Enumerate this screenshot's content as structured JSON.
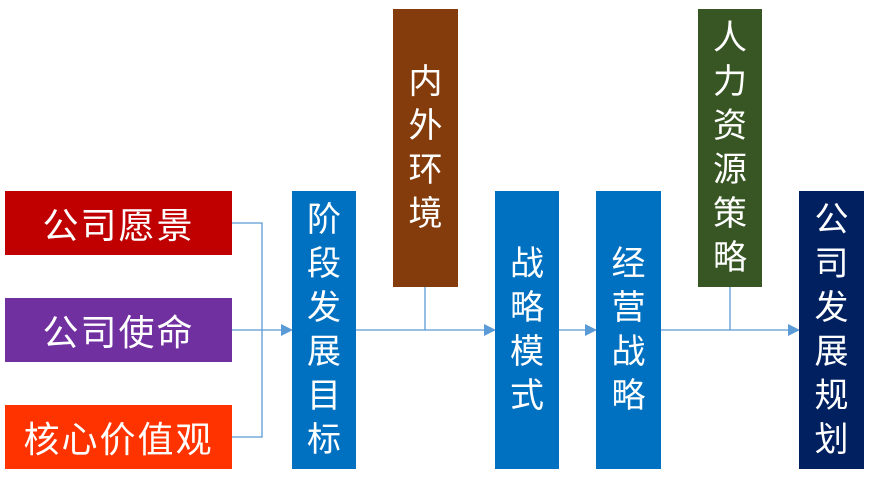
{
  "diagram": {
    "type": "flowchart",
    "connector_color": "#5b9bd5",
    "nodes": {
      "vision": {
        "label": "公司愿景",
        "color": "#c00000"
      },
      "mission": {
        "label": "公司使命",
        "color": "#7030a0"
      },
      "values": {
        "label": "核心价值观",
        "color": "#ff3300"
      },
      "stage_goals": {
        "label": "阶段发展目标",
        "color": "#0070c0"
      },
      "environment": {
        "label": "内外环境",
        "color": "#843c0c"
      },
      "strategy_mode": {
        "label": "战略模式",
        "color": "#0070c0"
      },
      "business_strategy": {
        "label": "经营战略",
        "color": "#0070c0"
      },
      "hr_strategy": {
        "label": "人力资源策略",
        "color": "#375623"
      },
      "dev_plan": {
        "label": "公司发展规划",
        "color": "#002060"
      }
    },
    "edges": [
      {
        "from": "vision",
        "to": "stage_goals"
      },
      {
        "from": "mission",
        "to": "stage_goals"
      },
      {
        "from": "values",
        "to": "stage_goals"
      },
      {
        "from": "stage_goals",
        "to": "strategy_mode"
      },
      {
        "from": "environment",
        "to": "strategy_mode"
      },
      {
        "from": "strategy_mode",
        "to": "business_strategy"
      },
      {
        "from": "business_strategy",
        "to": "dev_plan"
      },
      {
        "from": "hr_strategy",
        "to": "dev_plan"
      }
    ]
  }
}
